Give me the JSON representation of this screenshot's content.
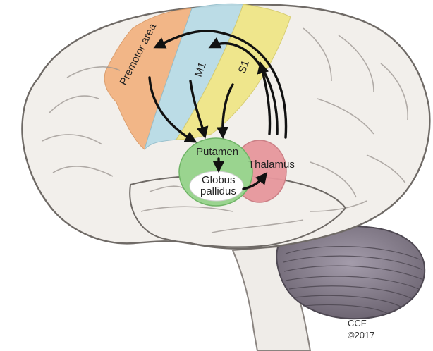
{
  "labels": {
    "premotor": "Premotor area",
    "m1": "M1",
    "s1": "S1",
    "putamen": "Putamen",
    "globus_line1": "Globus",
    "globus_line2": "pallidus",
    "thalamus": "Thalamus"
  },
  "credit": {
    "line1": "CCF",
    "line2": "©2017"
  },
  "colors": {
    "premotor": "#f3b482",
    "m1": "#b9dbe6",
    "s1": "#efe687",
    "putamen": "#9ad48f",
    "thalamus": "#e7979d",
    "brain": "#f2efeb",
    "cerebellum": "#8c8491"
  }
}
